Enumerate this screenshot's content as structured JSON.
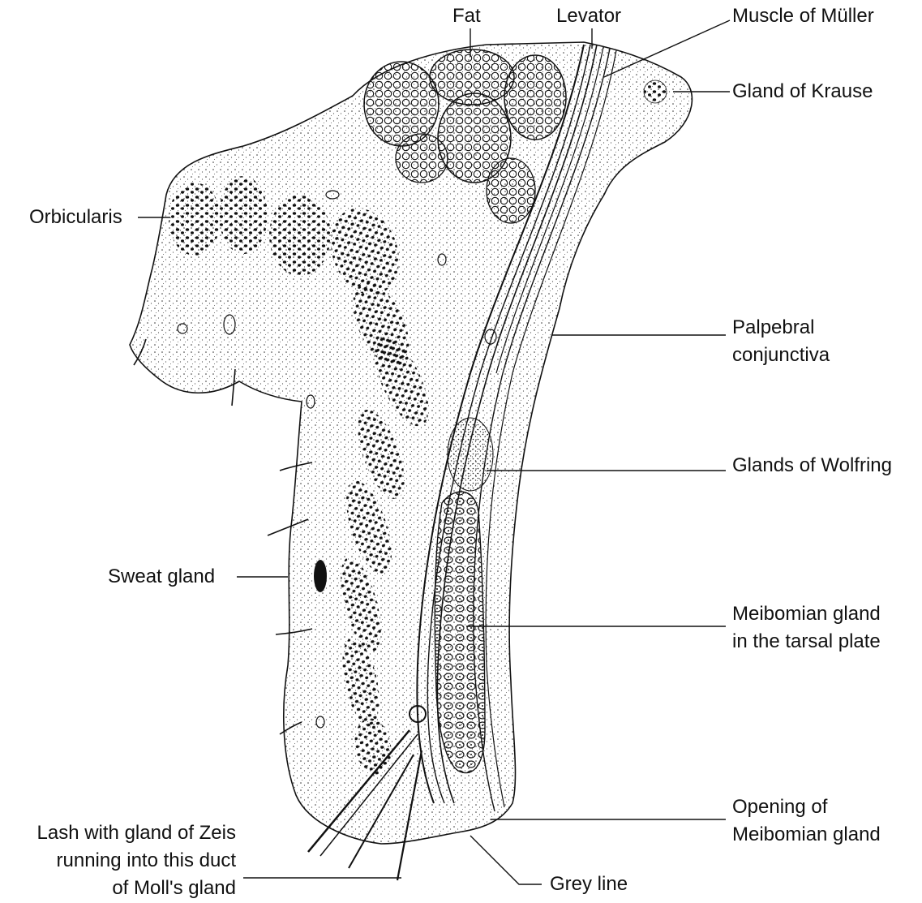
{
  "figure": {
    "labels": {
      "fat": "Fat",
      "levator": "Levator",
      "muller": "Muscle of Müller",
      "krause": "Gland of Krause",
      "orbicularis": "Orbicularis",
      "palpebral": [
        "Palpebral",
        "conjunctiva"
      ],
      "wolfring": "Glands of Wolfring",
      "sweat": "Sweat gland",
      "meibomian": [
        "Meibomian gland",
        "in the tarsal plate"
      ],
      "opening": [
        "Opening of",
        "Meibomian gland"
      ],
      "lash": [
        "Lash with gland of Zeis",
        "running into this duct",
        "of Moll's gland"
      ],
      "grey_line": "Grey line"
    },
    "colors": {
      "ink": "#111111",
      "paper": "#ffffff"
    }
  }
}
